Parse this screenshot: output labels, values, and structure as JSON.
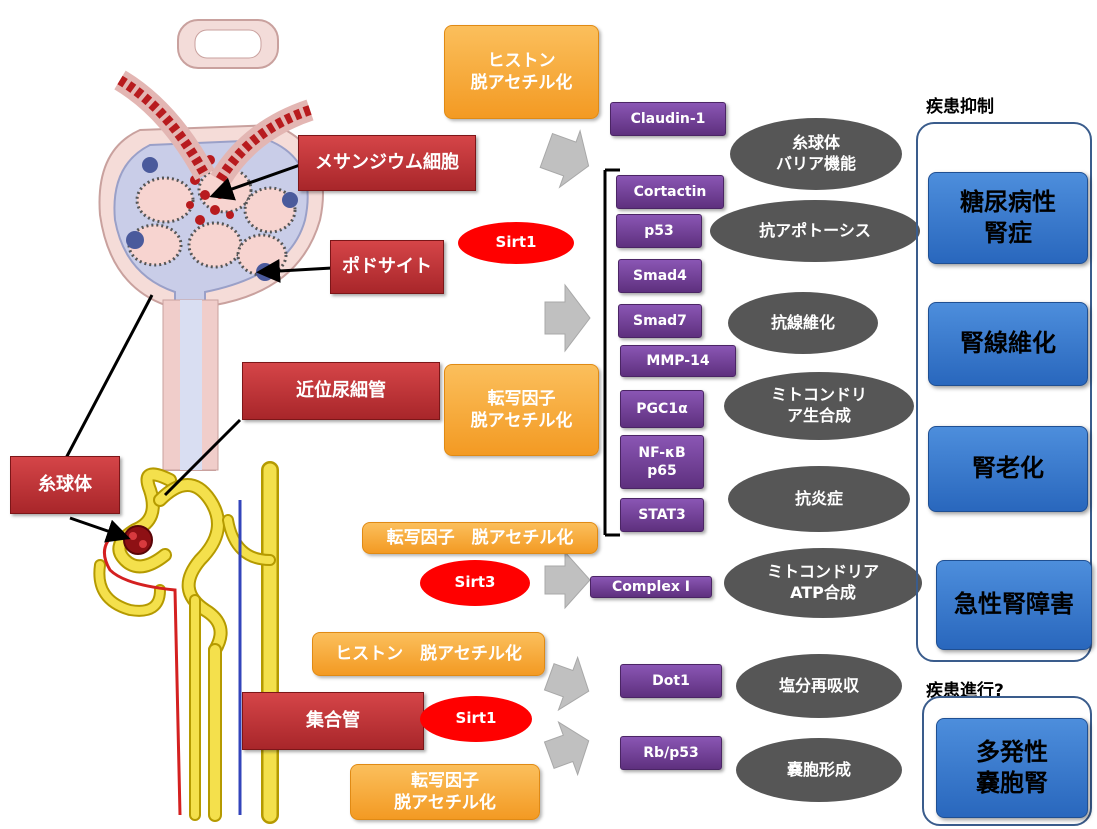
{
  "labels": {
    "mesangial": "メサンジウム細胞",
    "podocyte": "ポドサイト",
    "proximal": "近位尿細管",
    "glomerulus": "糸球体",
    "collecting": "集合管"
  },
  "orange": {
    "histone_top": "ヒストン\n脱アセチル化",
    "tf_mid": "転写因子\n脱アセチル化",
    "tf_line": "転写因子　脱アセチル化",
    "histone_line": "ヒストン　脱アセチル化",
    "tf_bottom": "転写因子\n脱アセチル化"
  },
  "sirt": {
    "sirt1_top": "Sirt1",
    "sirt3": "Sirt3",
    "sirt1_bottom": "Sirt1"
  },
  "targets": {
    "claudin": "Claudin-1",
    "cortactin": "Cortactin",
    "p53": "p53",
    "smad4": "Smad4",
    "smad7": "Smad7",
    "mmp14": "MMP-14",
    "pgc1a": "PGC1α",
    "nfkb": "NF-κB\np65",
    "stat3": "STAT3",
    "complex1": "Complex I",
    "dot1": "Dot1",
    "rbp53": "Rb/p53"
  },
  "functions": {
    "barrier": "糸球体\nバリア機能",
    "antiapop": "抗アポトーシス",
    "antifib": "抗線維化",
    "mito_bio": "ミトコンドリ\nア生合成",
    "antiinfl": "抗炎症",
    "mito_atp": "ミトコンドリア\nATP合成",
    "salt": "塩分再吸収",
    "cyst": "嚢胞形成"
  },
  "headers": {
    "suppress": "疾患抑制",
    "progress": "疾患進行?"
  },
  "diseases": {
    "dn": "糖尿病性\n腎症",
    "fibrosis": "腎線維化",
    "aging": "腎老化",
    "aki": "急性腎障害",
    "pkd": "多発性\n嚢胞腎"
  }
}
